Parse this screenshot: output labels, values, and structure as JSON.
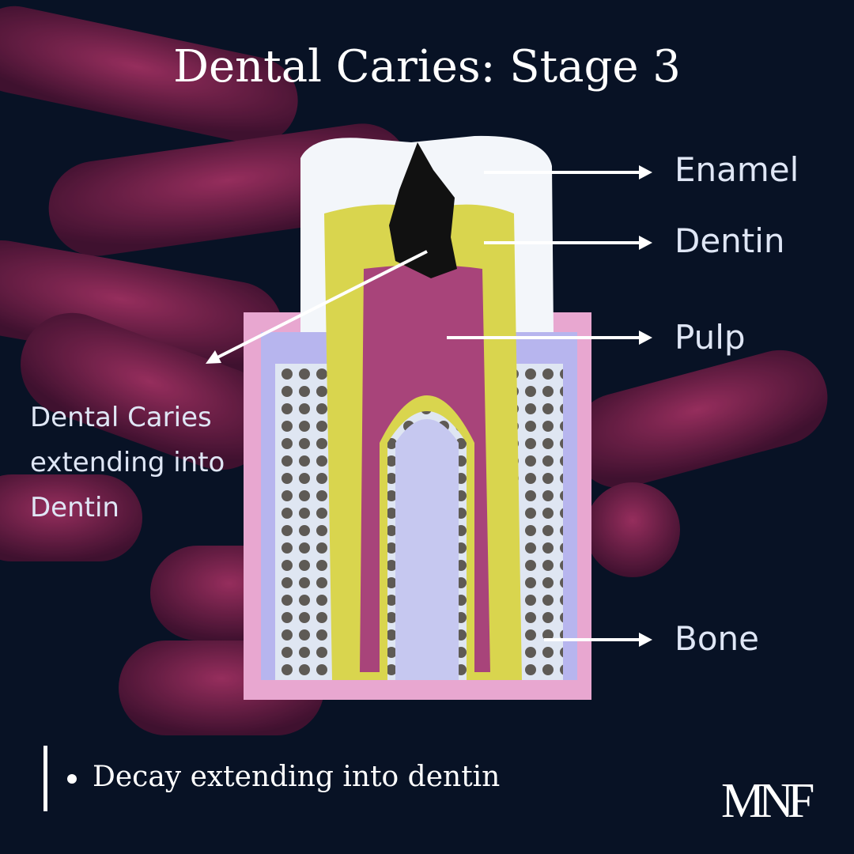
{
  "title": "Dental Caries: Stage 3",
  "labels": {
    "enamel": "Enamel",
    "dentin": "Dentin",
    "pulp": "Pulp",
    "bone": "Bone"
  },
  "caption": [
    "Dental Caries",
    "extending into",
    "Dentin"
  ],
  "bullet": "Decay extending into dentin",
  "logo": "MNF",
  "colors": {
    "background": "#081225",
    "bacteria": "#8a2350",
    "enamel": "#f3f6fa",
    "dentin": "#d9d54e",
    "gum": "#e7a9cf",
    "decay": "#111111"
  }
}
